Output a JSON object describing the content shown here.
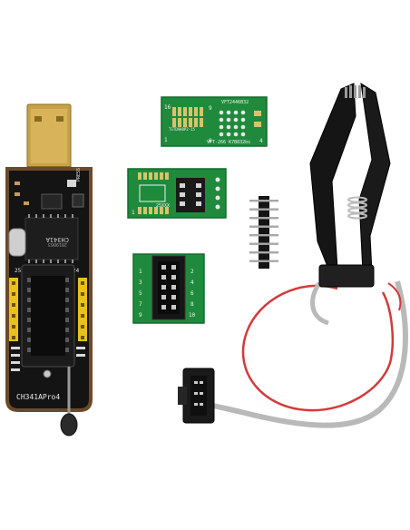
{
  "colors": {
    "background": "#ffffff",
    "pcb_black": "#141414",
    "pcb_edge": "#6b4a2a",
    "usb_gold": "#c8a24a",
    "pcb_green": "#1f8a3c",
    "pcb_green_dark": "#136b2c",
    "silkscreen": "#f2f2f2",
    "header_yellow": "#e8c21a",
    "wire_red": "#d23a3a",
    "wire_grey": "#b9b9b9"
  },
  "programmer": {
    "bottom_label": "CH341APro4",
    "chip_label": "CH341A",
    "chip_sub": "2019063",
    "side_label": "PRESS",
    "marking_25": "25",
    "marking_24": "24"
  },
  "adapter_top": {
    "top_label": "VFT2446B32",
    "bottom_label": "VFT-266 K7B832bs",
    "small_label": "TSTDAH8P2-15",
    "pin_1": "1",
    "pin_8": "8",
    "pin_9": "9",
    "pin_4": "4",
    "pin_16": "16"
  },
  "adapter_mid": {
    "label": "25XXX",
    "pin_1": "1"
  },
  "adapter_small": {
    "pins_left": [
      "1",
      "3",
      "5",
      "7",
      "9"
    ],
    "pins_right": [
      "2",
      "4",
      "6",
      "8",
      "10"
    ]
  },
  "pin_header": {
    "pin_count": 8
  }
}
